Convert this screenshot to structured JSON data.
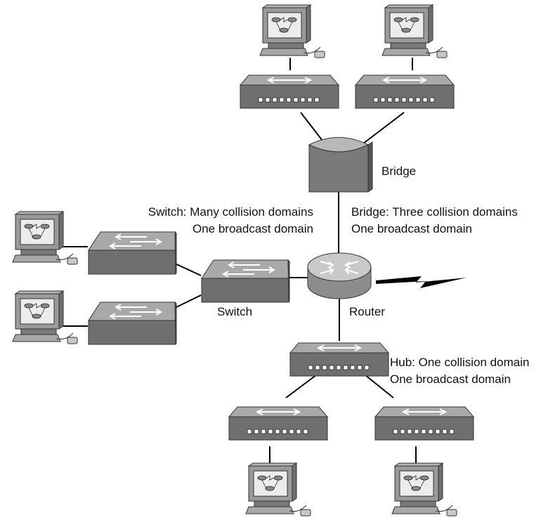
{
  "labels": {
    "bridge": "Bridge",
    "switch": "Switch",
    "router": "Router",
    "switch_note_line1": "Switch: Many collision domains",
    "switch_note_line2": "One broadcast domain",
    "bridge_note_line1": "Bridge: Three collision domains",
    "bridge_note_line2": "One broadcast domain",
    "hub_note_line1": "Hub: One collision domain",
    "hub_note_line2": "One broadcast domain"
  },
  "colors": {
    "device_top": "#a9a9a9",
    "device_front": "#6f6f6f",
    "device_side": "#505050",
    "router_body": "#9c9c9c",
    "link": "#000000"
  }
}
